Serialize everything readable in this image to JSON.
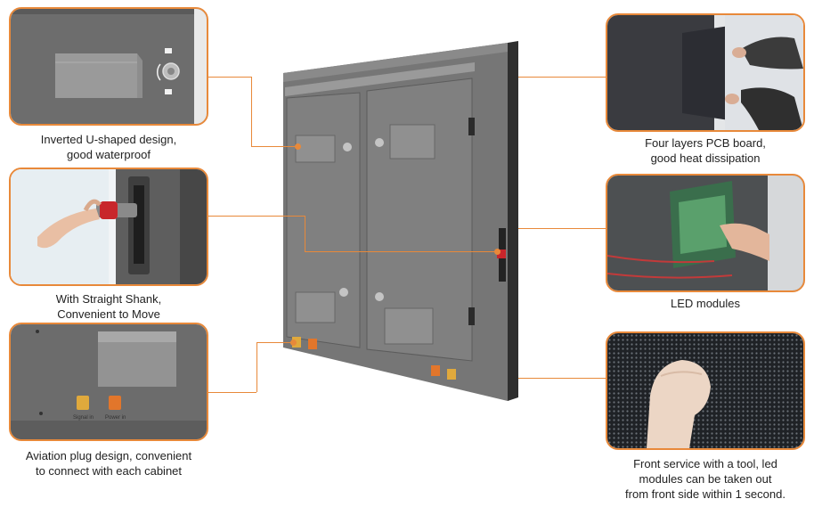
{
  "captions": {
    "top_left": "Inverted U-shaped design,\ngood waterproof",
    "mid_left": "With Straight Shank,\nConvenient to Move",
    "bottom_left": "Aviation plug design, convenient\nto connect with each cabinet",
    "top_right": "Four layers PCB board,\ngood heat dissipation",
    "mid_right": "LED modules",
    "bottom_right": "Front service with a tool, led\nmodules can be taken out\nfrom front side within 1 second."
  },
  "connector_labels": {
    "signal_in": "Signal in",
    "power_in": "Power in"
  },
  "colors": {
    "accent": "#e8893a",
    "cabinet": "#6f6f6f",
    "cabinet_dark": "#3d3d3d",
    "handle": "#8a8a8a"
  }
}
